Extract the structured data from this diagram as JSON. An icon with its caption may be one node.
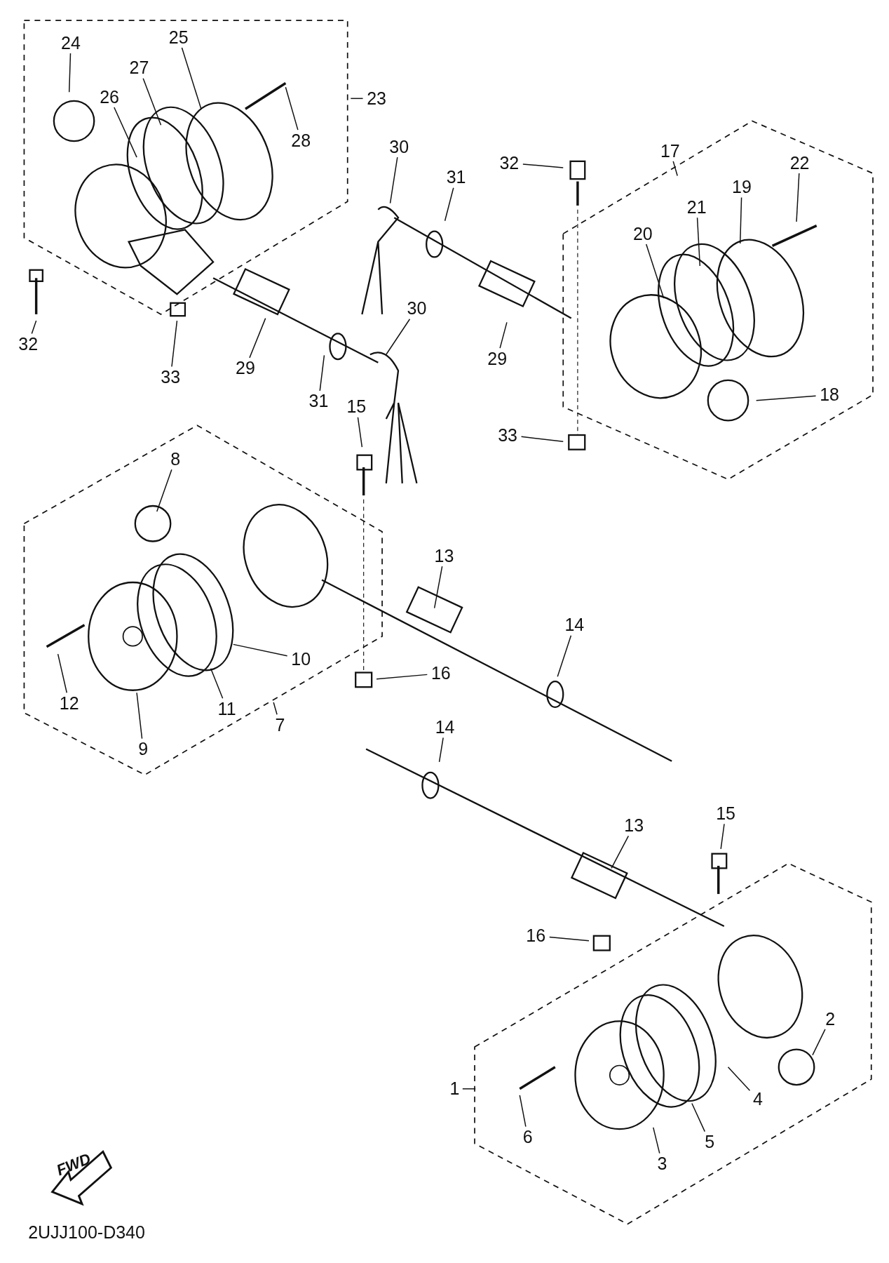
{
  "diagram": {
    "nodes": [
      {
        "text": [
          "25"
        ]
      },
      {
        "text": [
          "24"
        ]
      },
      {
        "text": [
          "27"
        ]
      },
      {
        "text": [
          "26"
        ]
      },
      {
        "text": [
          "23"
        ]
      },
      {
        "text": [
          "28"
        ]
      },
      {
        "text": [
          "30"
        ]
      },
      {
        "text": [
          "17"
        ]
      },
      {
        "text": [
          "32"
        ]
      },
      {
        "text": [
          "22"
        ]
      },
      {
        "text": [
          "31"
        ]
      },
      {
        "text": [
          "19"
        ]
      },
      {
        "text": [
          "21"
        ]
      },
      {
        "text": [
          "20"
        ]
      },
      {
        "text": [
          "30"
        ]
      },
      {
        "text": [
          "32"
        ]
      },
      {
        "text": [
          "29"
        ]
      },
      {
        "text": [
          "29"
        ]
      },
      {
        "text": [
          "33"
        ]
      },
      {
        "text": [
          "18"
        ]
      },
      {
        "text": [
          "31"
        ]
      },
      {
        "text": [
          "15"
        ]
      },
      {
        "text": [
          "33"
        ]
      },
      {
        "text": [
          "8"
        ]
      },
      {
        "text": [
          "13"
        ]
      },
      {
        "text": [
          "14"
        ]
      },
      {
        "text": [
          "10"
        ]
      },
      {
        "text": [
          "16"
        ]
      },
      {
        "text": [
          "12"
        ]
      },
      {
        "text": [
          "11"
        ]
      },
      {
        "text": [
          "7"
        ]
      },
      {
        "text": [
          "14"
        ]
      },
      {
        "text": [
          "9"
        ]
      },
      {
        "text": [
          "15"
        ]
      },
      {
        "text": [
          "13"
        ]
      },
      {
        "text": [
          "16"
        ]
      },
      {
        "text": [
          "2"
        ]
      },
      {
        "text": [
          "1"
        ]
      },
      {
        "text": [
          "4"
        ]
      },
      {
        "text": [
          "6"
        ]
      },
      {
        "text": [
          "5"
        ]
      },
      {
        "text": [
          "3"
        ]
      }
    ],
    "edges": [
      {
        "from": 0,
        "to": null,
        "arrow": "none"
      },
      {
        "from": 1,
        "to": null,
        "arrow": "none"
      },
      {
        "from": 2,
        "to": null,
        "arrow": "none"
      },
      {
        "from": 3,
        "to": null,
        "arrow": "none"
      },
      {
        "from": 4,
        "to": null,
        "arrow": "none"
      },
      {
        "from": 5,
        "to": null,
        "arrow": "none"
      },
      {
        "from": 6,
        "to": null,
        "arrow": "none"
      },
      {
        "from": 7,
        "to": null,
        "arrow": "none"
      },
      {
        "from": 8,
        "to": null,
        "arrow": "none"
      },
      {
        "from": 9,
        "to": null,
        "arrow": "none"
      },
      {
        "from": 10,
        "to": null,
        "arrow": "none"
      },
      {
        "from": 11,
        "to": null,
        "arrow": "none"
      },
      {
        "from": 12,
        "to": null,
        "arrow": "none"
      },
      {
        "from": 13,
        "to": null,
        "arrow": "none"
      },
      {
        "from": 14,
        "to": null,
        "arrow": "none"
      },
      {
        "from": 15,
        "to": null,
        "arrow": "none"
      },
      {
        "from": 16,
        "to": null,
        "arrow": "none"
      },
      {
        "from": 17,
        "to": null,
        "arrow": "none"
      },
      {
        "from": 18,
        "to": null,
        "arrow": "none"
      },
      {
        "from": 19,
        "to": null,
        "arrow": "none"
      },
      {
        "from": 20,
        "to": null,
        "arrow": "none"
      },
      {
        "from": 21,
        "to": null,
        "arrow": "none"
      },
      {
        "from": 22,
        "to": null,
        "arrow": "none"
      },
      {
        "from": 23,
        "to": null,
        "arrow": "none"
      },
      {
        "from": 24,
        "to": null,
        "arrow": "none"
      },
      {
        "from": 25,
        "to": null,
        "arrow": "none"
      },
      {
        "from": 26,
        "to": null,
        "arrow": "none"
      },
      {
        "from": 27,
        "to": null,
        "arrow": "none"
      },
      {
        "from": 28,
        "to": null,
        "arrow": "none"
      },
      {
        "from": 29,
        "to": null,
        "arrow": "none"
      },
      {
        "from": 30,
        "to": null,
        "arrow": "none"
      },
      {
        "from": 31,
        "to": null,
        "arrow": "none"
      },
      {
        "from": 32,
        "to": null,
        "arrow": "none"
      },
      {
        "from": 33,
        "to": null,
        "arrow": "none"
      },
      {
        "from": 34,
        "to": null,
        "arrow": "none"
      },
      {
        "from": 35,
        "to": null,
        "arrow": "none"
      },
      {
        "from": 36,
        "to": null,
        "arrow": "none"
      },
      {
        "from": 37,
        "to": null,
        "arrow": "none"
      },
      {
        "from": 38,
        "to": null,
        "arrow": "none"
      },
      {
        "from": 39,
        "to": null,
        "arrow": "none"
      },
      {
        "from": 40,
        "to": null,
        "arrow": "none"
      },
      {
        "from": 41,
        "to": null,
        "arrow": "none"
      }
    ],
    "labels": [
      "FWD",
      "2UJJ100-D340"
    ]
  }
}
